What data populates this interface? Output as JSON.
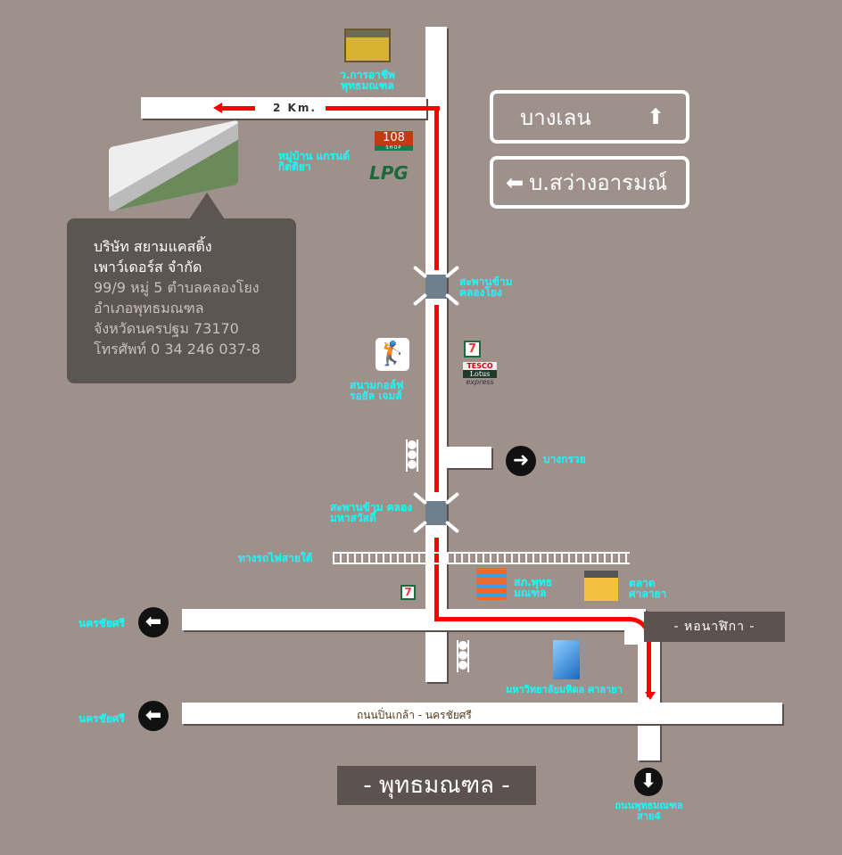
{
  "labels": {
    "college": "ว.การอาชีพ พุทธมณฑล",
    "distance": "2 Km.",
    "village": "หมู่บ้าน แกรนด์กิตติยา",
    "shop108": "108",
    "shop108_sub": "SHOP",
    "lpg": "LPG",
    "bridge1": "สะพานข้าม คลองโยง",
    "golf": "สนามกอล์ฟ รอยัล เจมส์",
    "tesco": "TESCO",
    "lotus": "Lotus",
    "express": "express",
    "bangkruai": "บางกรวย",
    "bridge2": "สะพานข้าม คลองมหาสวัสดิ์",
    "railway": "ทางรถไฟสายใต้",
    "police": "สภ.พุทธ มณฑล",
    "market": "ตลาด ศาลายา",
    "nakhon1": "นครชัยศรี",
    "nakhon2": "นครชัยศรี",
    "clock": "- หอนาฬิกา -",
    "mahidol": "มหาวิทยาลัยมหิดล ศาลายา",
    "road_bottom": "ถนนปิ่นเกล้า - นครชัยศรี",
    "road4": "ถนนพุทธมณฑล สาย4",
    "district": "- พุทธมณฑล -"
  },
  "signs": {
    "top": "บางเลน",
    "bottom": "บ.สว่างอารมณ์"
  },
  "company": {
    "name1": "บริษัท สยามแคสติ้ง",
    "name2": "เพาว์เดอร์ส จำกัด",
    "addr1": "99/9 หมู่ 5 ตำบลคลองโยง",
    "addr2": "อำเภอพุทธมณฑล",
    "addr3": "จังหวัดนครปฐม 73170",
    "phone": "โทรศัพท์ 0 34 246 037-8"
  }
}
